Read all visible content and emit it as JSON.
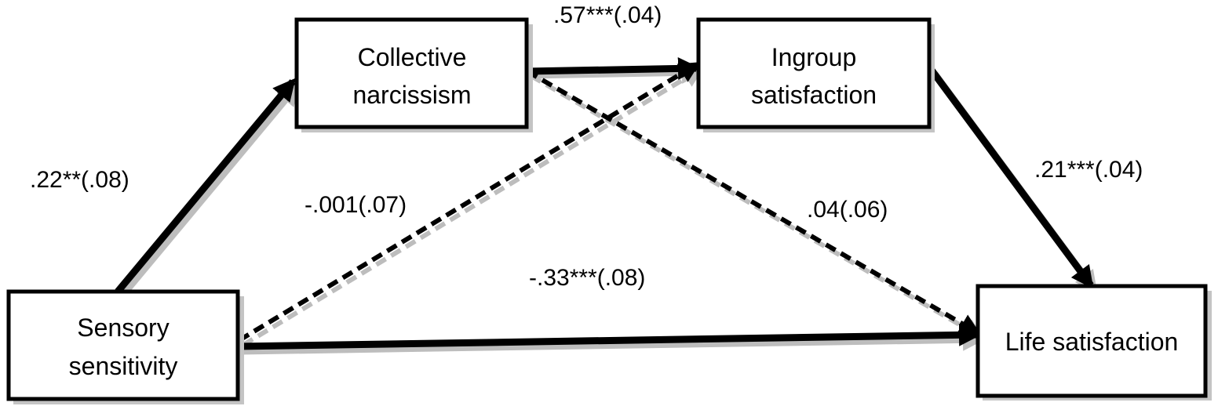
{
  "nodes": {
    "sensory": {
      "line1": "Sensory",
      "line2": "sensitivity"
    },
    "collective": {
      "line1": "Collective",
      "line2": "narcissism"
    },
    "ingroup": {
      "line1": "Ingroup",
      "line2": "satisfaction"
    },
    "life": {
      "line1": "Life satisfaction"
    }
  },
  "edges": {
    "sensory_to_collective": {
      "label": ".22**(.08)",
      "style": "solid"
    },
    "collective_to_ingroup": {
      "label": ".57***(.04)",
      "style": "solid"
    },
    "ingroup_to_life": {
      "label": ".21***(.04)",
      "style": "solid"
    },
    "sensory_to_life": {
      "label": "-.33***(.08)",
      "style": "solid"
    },
    "sensory_to_ingroup": {
      "label": "-.001(.07)",
      "style": "dashed"
    },
    "collective_to_life": {
      "label": ".04(.06)",
      "style": "dashed"
    }
  },
  "colors": {
    "stroke": "#000000",
    "shadow": "#bdbdbd",
    "background": "#ffffff"
  }
}
